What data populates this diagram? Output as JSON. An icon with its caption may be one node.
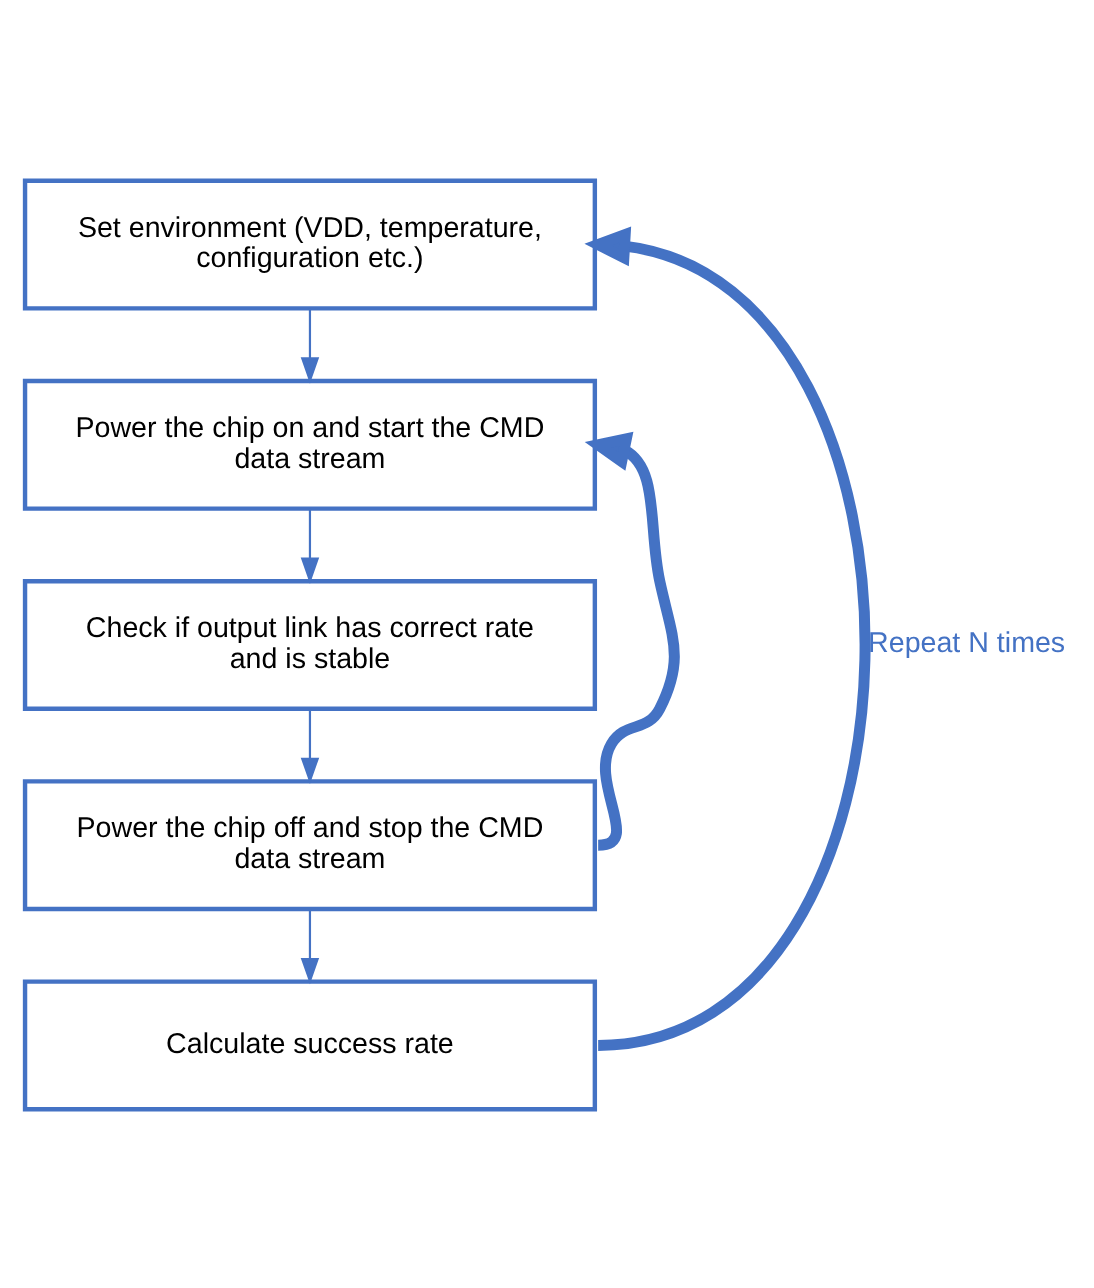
{
  "diagram": {
    "nodes": [
      {
        "text": [
          "Set environment (VDD, temperature, configuration etc.)"
        ]
      },
      {
        "text": [
          "Power the chip on and start the CMD data stream"
        ]
      },
      {
        "text": [
          "Check if output link has correct rate and is stable"
        ]
      },
      {
        "text": [
          "Power the chip off and stop the CMD data stream"
        ]
      },
      {
        "text": [
          "Calculate success rate"
        ]
      }
    ],
    "edges": [
      {
        "from": 0,
        "to": 1,
        "arrow": "to"
      },
      {
        "from": 1,
        "to": 2,
        "arrow": "to"
      },
      {
        "from": 2,
        "to": 3,
        "arrow": "to"
      },
      {
        "from": 3,
        "to": 4,
        "arrow": "to"
      },
      {
        "from": 3,
        "to": 1,
        "arrow": "to",
        "style": "thick"
      },
      {
        "from": 4,
        "to": 0,
        "arrow": "to",
        "style": "thick",
        "label": "Repeat N times"
      }
    ]
  }
}
